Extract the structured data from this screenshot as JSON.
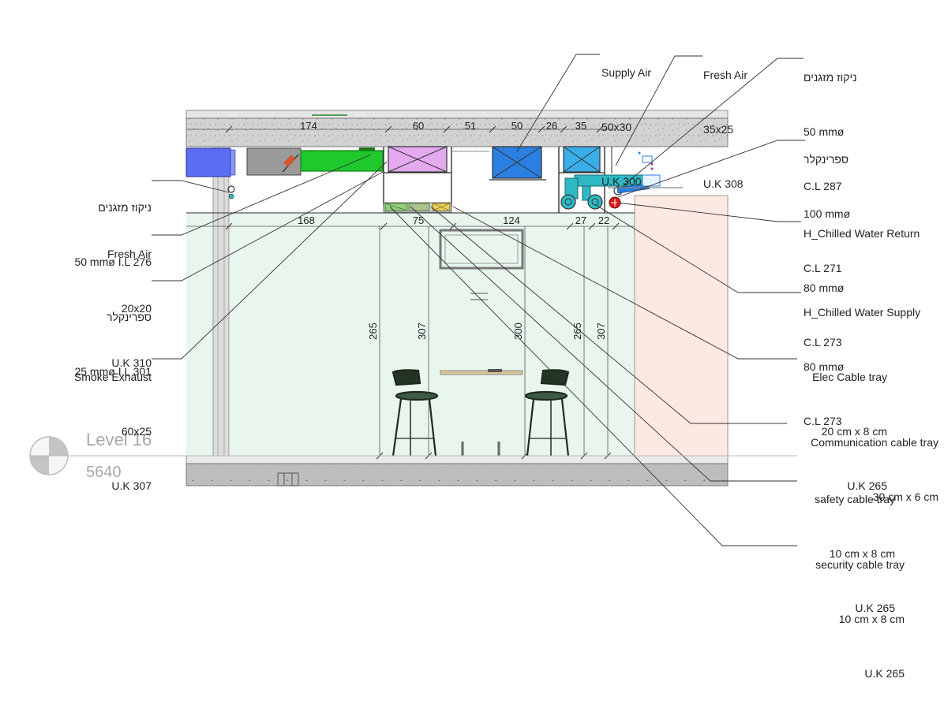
{
  "level": {
    "name": "Level 16",
    "elevation": "5640"
  },
  "ceiling_dims": [
    "174",
    "60",
    "51",
    "50",
    "26",
    "35"
  ],
  "lower_dims": [
    "168",
    "75",
    "124",
    "27",
    "22"
  ],
  "vertical_dims": [
    "265",
    "307",
    "300",
    "265",
    "307"
  ],
  "callouts_left": [
    {
      "lines": [
        "ניקוז מזגנים",
        "50 mmø I.L 276"
      ]
    },
    {
      "lines": [
        "Fresh Air",
        "20x20",
        "U.K 310"
      ]
    },
    {
      "lines": [
        "ספרינקלר",
        "25 mmø I.L 301"
      ]
    },
    {
      "lines": [
        "Smoke Exhaust",
        "60x25",
        "U.K 307"
      ]
    }
  ],
  "callouts_top": [
    {
      "lines": [
        "Supply Air",
        "50x30",
        "U.K 300"
      ]
    },
    {
      "lines": [
        "Fresh Air",
        "35x25",
        "U.K 308"
      ]
    },
    {
      "lines": [
        "ניקוז מזגנים",
        "50 mmø",
        "C.L 287"
      ]
    }
  ],
  "callouts_right": [
    {
      "lines": [
        "ספרינקלר",
        "100 mmø",
        "C.L 271"
      ]
    },
    {
      "lines": [
        "H_Chilled Water Return",
        "80 mmø",
        "C.L 273"
      ]
    },
    {
      "lines": [
        "H_Chilled Water Supply",
        "80 mmø",
        "C.L 273"
      ]
    },
    {
      "lines": [
        "Elec Cable tray",
        "20 cm x 8 cm",
        "U.K 265"
      ]
    },
    {
      "lines": [
        "Communication cable tray",
        "30 cm x 6 cm"
      ]
    },
    {
      "lines": [
        "safety cable tray",
        "10 cm x 8 cm",
        "U.K 265"
      ]
    },
    {
      "lines": [
        "security cable tray",
        "10 cm x 8 cm",
        "U.K 265"
      ]
    }
  ],
  "colors": {
    "room_fill": "#e8f6ee",
    "wall_fill": "#fde9e1",
    "supply_air": "#2b7fe0",
    "fresh_air_top": "#3aaee8",
    "fresh_air_green": "#1fc82c",
    "smoke_exhaust": "#e5a9ef",
    "fan_coil": "#5b6cf0",
    "chilled_pipe": "#2fb7c4",
    "sprinkler_red": "#e01b1b",
    "cable_tray": "#8fd07a"
  }
}
